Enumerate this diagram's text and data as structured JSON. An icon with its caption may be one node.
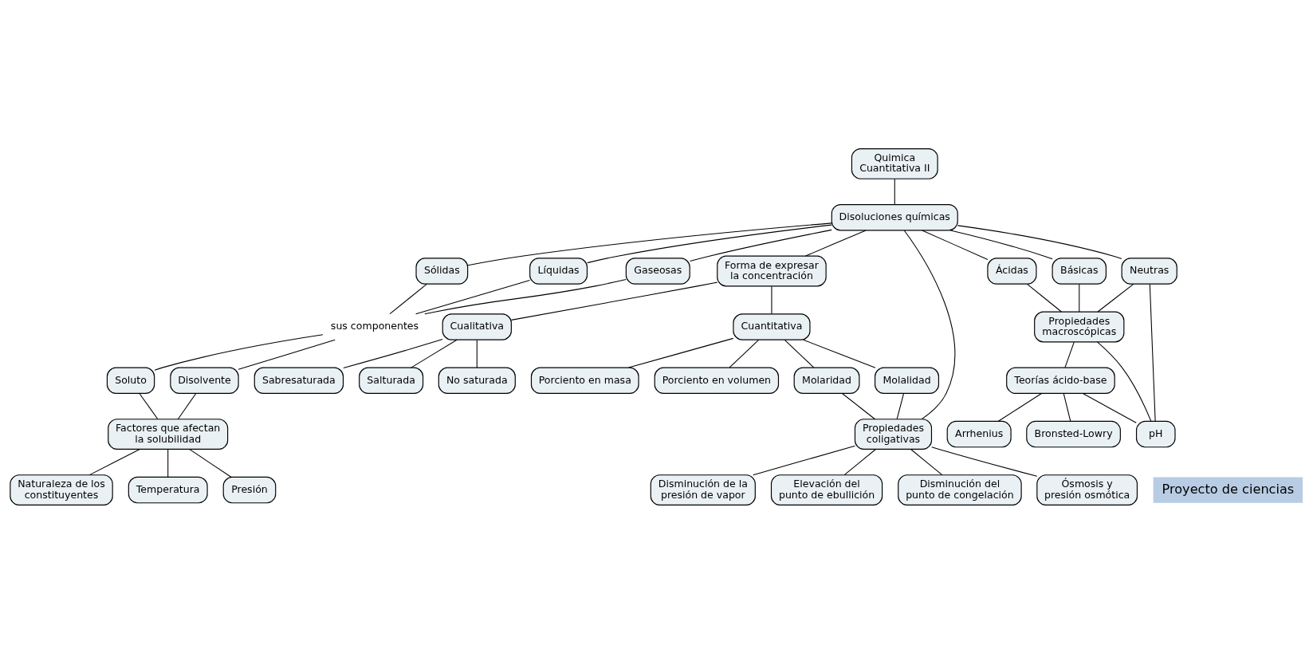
{
  "diagram": {
    "nodes": [
      {
        "text": [
          "Quimica Cuantitativa II"
        ]
      },
      {
        "text": [
          "Disoluciones químicas"
        ]
      },
      {
        "text": [
          "Sólidas"
        ]
      },
      {
        "text": [
          "Líquidas"
        ]
      },
      {
        "text": [
          "Gaseosas"
        ]
      },
      {
        "text": [
          "sus componentes"
        ]
      },
      {
        "text": [
          "Soluto"
        ]
      },
      {
        "text": [
          "Disolvente"
        ]
      },
      {
        "text": [
          "Factores que afectan la solubilidad"
        ]
      },
      {
        "text": [
          "Naturaleza de los constituyentes"
        ]
      },
      {
        "text": [
          "Temperatura"
        ]
      },
      {
        "text": [
          "Presión"
        ]
      },
      {
        "text": [
          "Forma de expresar la concentración"
        ]
      },
      {
        "text": [
          "Cualitativa"
        ]
      },
      {
        "text": [
          "Sabresaturada"
        ]
      },
      {
        "text": [
          "Salturada"
        ]
      },
      {
        "text": [
          "No saturada"
        ]
      },
      {
        "text": [
          "Cuantitativa"
        ]
      },
      {
        "text": [
          "Porciento en masa"
        ]
      },
      {
        "text": [
          "Porciento en volumen"
        ]
      },
      {
        "text": [
          "Molaridad"
        ]
      },
      {
        "text": [
          "Molalidad"
        ]
      },
      {
        "text": [
          "Propiedades coligativas"
        ]
      },
      {
        "text": [
          "Disminución de la presión de vapor"
        ]
      },
      {
        "text": [
          "Elevación del punto de ebullición"
        ]
      },
      {
        "text": [
          "Disminución del punto de congelación"
        ]
      },
      {
        "text": [
          "Ósmosis y presión osmótica"
        ]
      },
      {
        "text": [
          "Ácidas"
        ]
      },
      {
        "text": [
          "Básicas"
        ]
      },
      {
        "text": [
          "Neutras"
        ]
      },
      {
        "text": [
          "Propiedades macroscópicas"
        ]
      },
      {
        "text": [
          "Teorías ácido-base"
        ]
      },
      {
        "text": [
          "Arrhenius"
        ]
      },
      {
        "text": [
          "Bronsted-Lowry"
        ]
      },
      {
        "text": [
          "pH"
        ]
      }
    ],
    "edges": [
      {
        "from": 0,
        "to": 1,
        "arrow": "none"
      },
      {
        "from": 1,
        "to": 2,
        "arrow": "none"
      },
      {
        "from": 1,
        "to": 3,
        "arrow": "none"
      },
      {
        "from": 1,
        "to": 4,
        "arrow": "none"
      },
      {
        "from": 2,
        "to": 5,
        "arrow": "none"
      },
      {
        "from": 3,
        "to": 5,
        "arrow": "none"
      },
      {
        "from": 4,
        "to": 5,
        "arrow": "none"
      },
      {
        "from": 5,
        "to": 6,
        "arrow": "none"
      },
      {
        "from": 5,
        "to": 7,
        "arrow": "none"
      },
      {
        "from": 6,
        "to": 8,
        "arrow": "none"
      },
      {
        "from": 7,
        "to": 8,
        "arrow": "none"
      },
      {
        "from": 8,
        "to": 9,
        "arrow": "none"
      },
      {
        "from": 8,
        "to": 10,
        "arrow": "none"
      },
      {
        "from": 8,
        "to": 11,
        "arrow": "none"
      },
      {
        "from": 1,
        "to": 12,
        "arrow": "none"
      },
      {
        "from": 1,
        "to": 22,
        "arrow": "none"
      },
      {
        "from": 12,
        "to": 13,
        "arrow": "none"
      },
      {
        "from": 12,
        "to": 17,
        "arrow": "none"
      },
      {
        "from": 13,
        "to": 14,
        "arrow": "none"
      },
      {
        "from": 13,
        "to": 15,
        "arrow": "none"
      },
      {
        "from": 13,
        "to": 16,
        "arrow": "none"
      },
      {
        "from": 17,
        "to": 18,
        "arrow": "none"
      },
      {
        "from": 17,
        "to": 19,
        "arrow": "none"
      },
      {
        "from": 17,
        "to": 20,
        "arrow": "none"
      },
      {
        "from": 17,
        "to": 21,
        "arrow": "none"
      },
      {
        "from": 20,
        "to": 22,
        "arrow": "none"
      },
      {
        "from": 21,
        "to": 22,
        "arrow": "none"
      },
      {
        "from": 22,
        "to": 23,
        "arrow": "none"
      },
      {
        "from": 22,
        "to": 24,
        "arrow": "none"
      },
      {
        "from": 22,
        "to": 25,
        "arrow": "none"
      },
      {
        "from": 22,
        "to": 26,
        "arrow": "none"
      },
      {
        "from": 1,
        "to": 27,
        "arrow": "none"
      },
      {
        "from": 1,
        "to": 28,
        "arrow": "none"
      },
      {
        "from": 1,
        "to": 29,
        "arrow": "none"
      },
      {
        "from": 27,
        "to": 30,
        "arrow": "none"
      },
      {
        "from": 28,
        "to": 30,
        "arrow": "none"
      },
      {
        "from": 29,
        "to": 30,
        "arrow": "none"
      },
      {
        "from": 29,
        "to": 34,
        "arrow": "none"
      },
      {
        "from": 30,
        "to": 34,
        "arrow": "none"
      },
      {
        "from": 30,
        "to": 31,
        "arrow": "none"
      },
      {
        "from": 31,
        "to": 34,
        "arrow": "none"
      },
      {
        "from": 31,
        "to": 32,
        "arrow": "none"
      },
      {
        "from": 31,
        "to": 33,
        "arrow": "none"
      }
    ],
    "labels": [
      "Proyecto de ciencias"
    ]
  }
}
